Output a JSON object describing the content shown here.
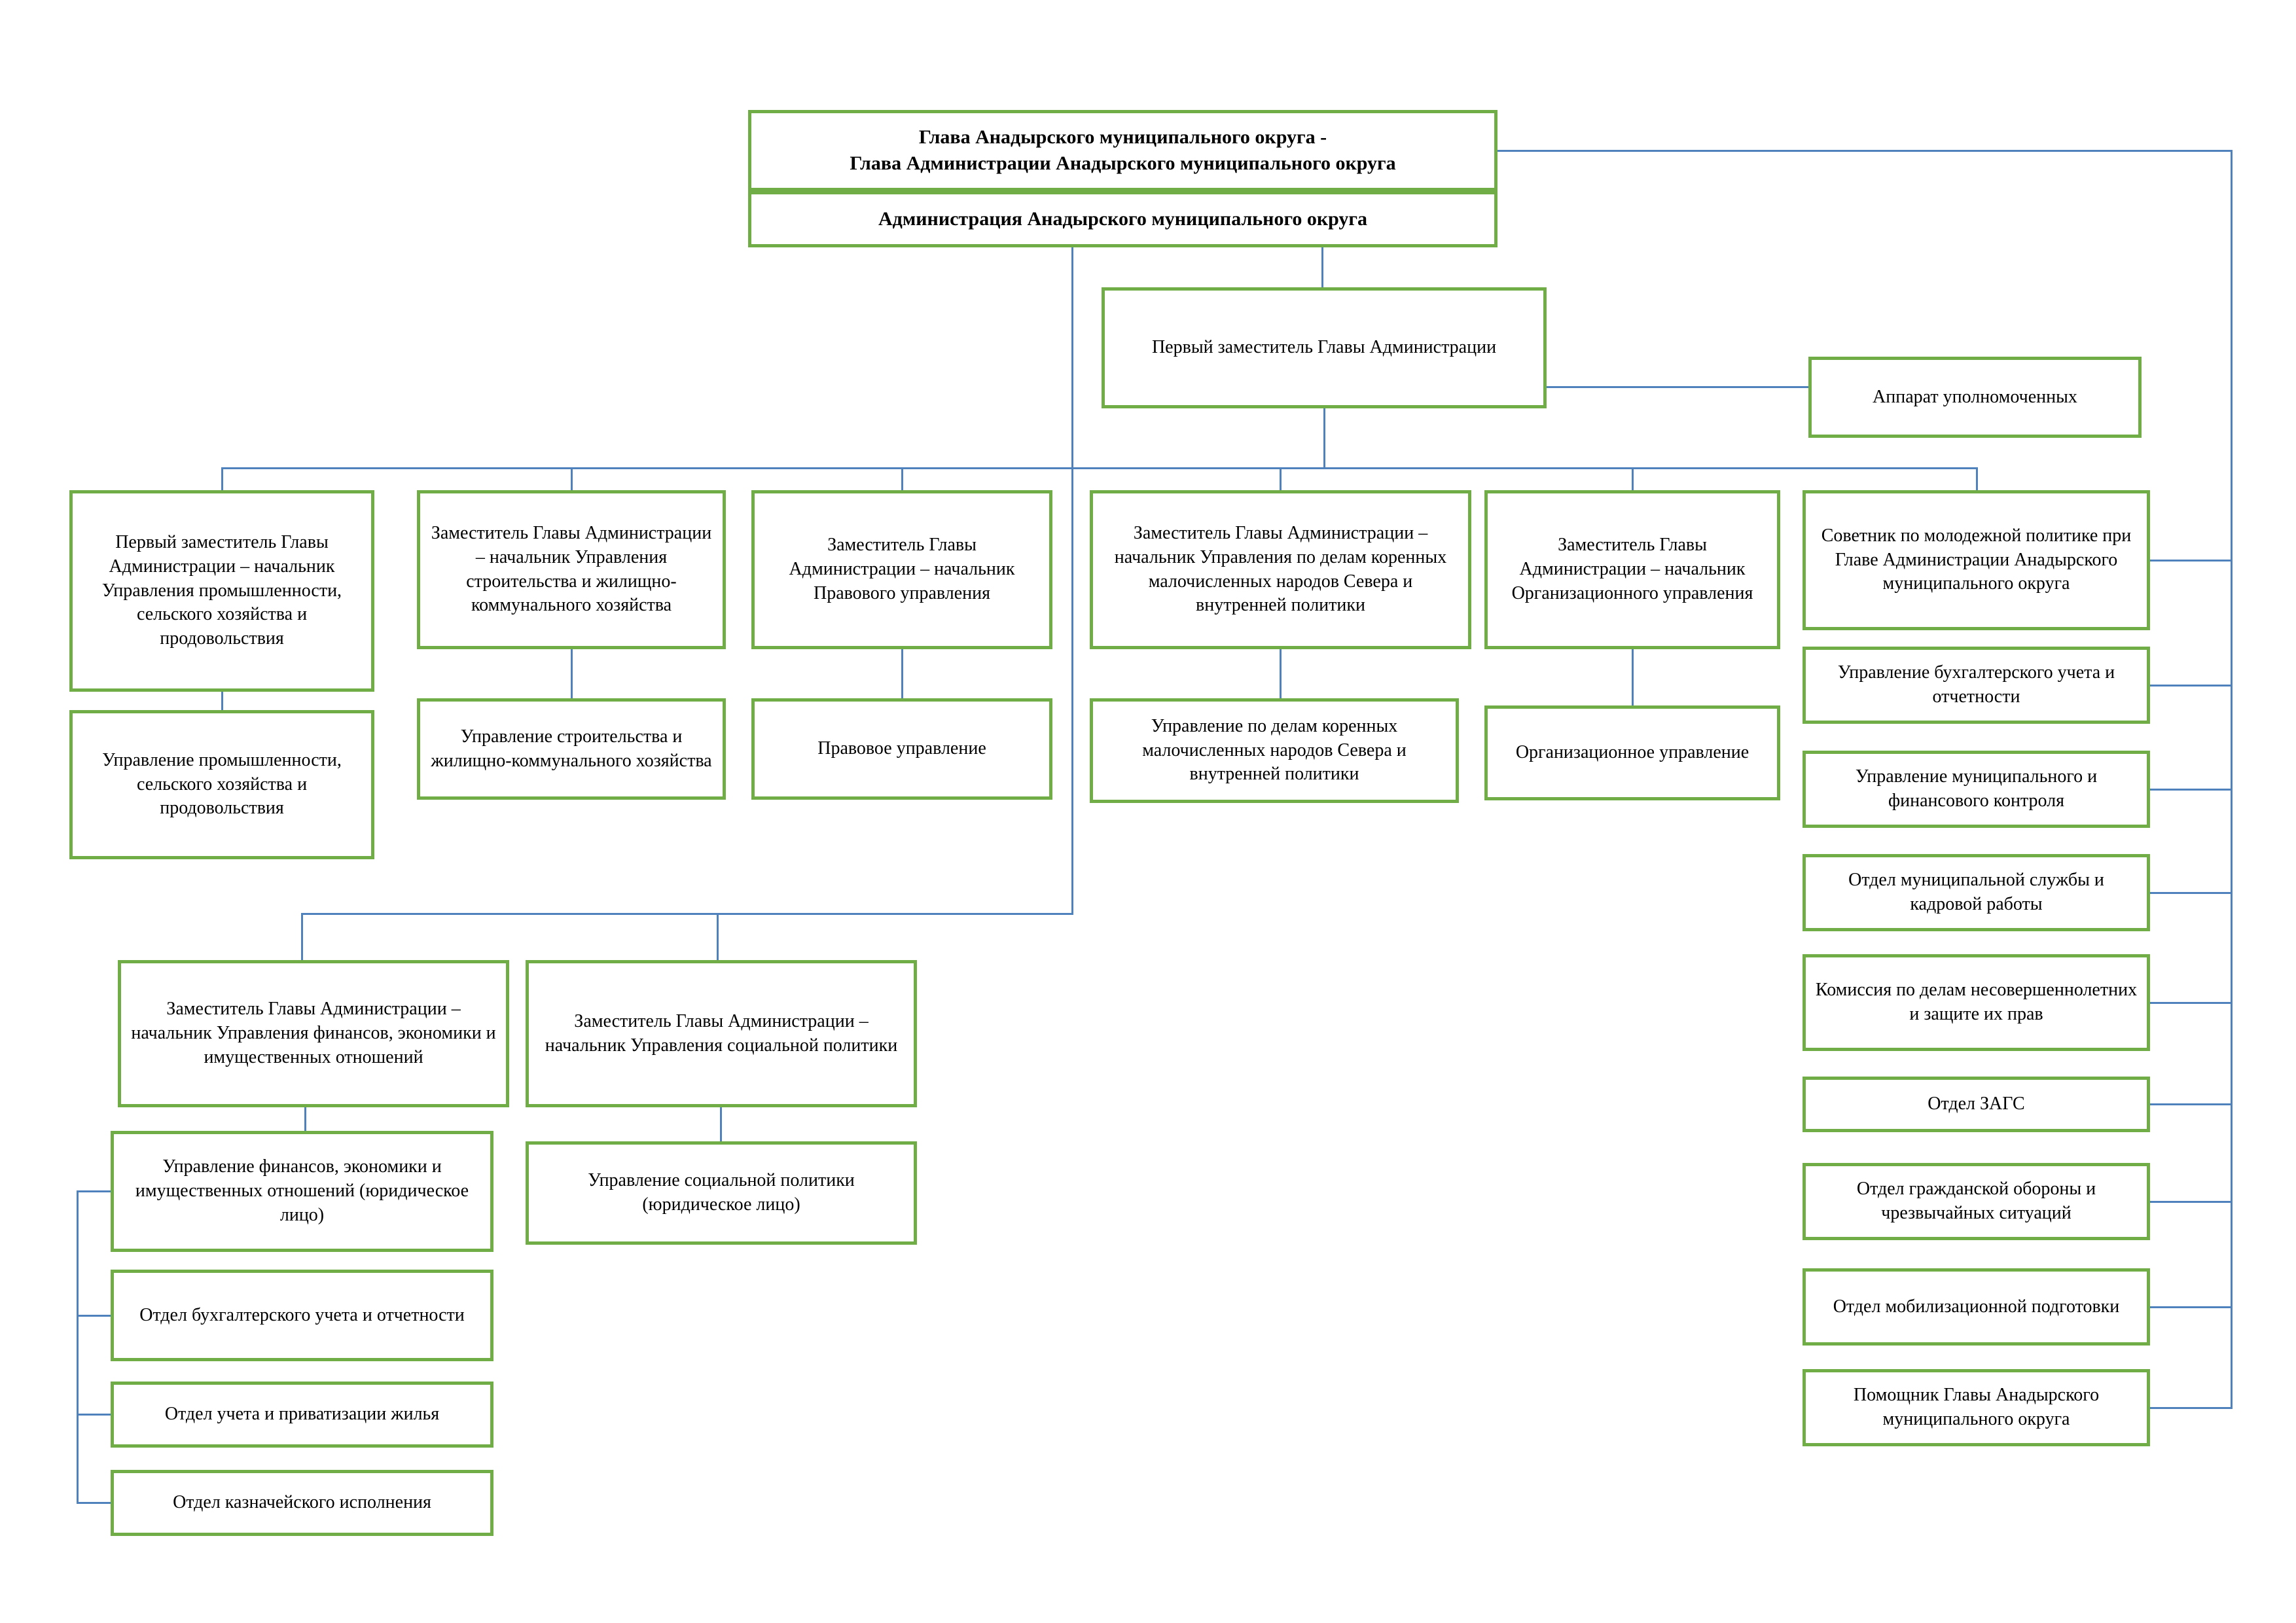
{
  "colors": {
    "box_border": "#70ad47",
    "connector_line": "#4f81bd",
    "text": "#000000",
    "background": "#ffffff"
  },
  "org": {
    "nodes": [
      {
        "id": "head",
        "text": "Глава Анадырского муниципального округа -\nГлава Администрации Анадырского муниципального округа"
      },
      {
        "id": "administration",
        "text": "Администрация Анадырского муниципального округа"
      },
      {
        "id": "first_deputy",
        "text": "Первый заместитель Главы Администрации"
      },
      {
        "id": "apparatus",
        "text": "Аппарат уполномоченных"
      },
      {
        "id": "dep_industry",
        "text": "Первый заместитель Главы Администрации – начальник Управления промышленности, сельского хозяйства и продовольствия"
      },
      {
        "id": "dep_construction",
        "text": "Заместитель Главы Администрации – начальник Управления строительства и жилищно-коммунального хозяйства"
      },
      {
        "id": "dep_legal",
        "text": "Заместитель Главы Администрации – начальник Правового управления"
      },
      {
        "id": "dep_indigenous",
        "text": "Заместитель Главы Администрации – начальник Управления по делам коренных малочисленных народов Севера и внутренней политики"
      },
      {
        "id": "dep_org",
        "text": "Заместитель Главы Администрации – начальник Организационного управления"
      },
      {
        "id": "advisor_youth",
        "text": "Советник по молодежной политике при Главе Администрации Анадырского муниципального округа"
      },
      {
        "id": "dir_industry",
        "text": "Управление промышленности, сельского хозяйства и продовольствия"
      },
      {
        "id": "dir_construction",
        "text": "Управление строительства и жилищно-коммунального хозяйства"
      },
      {
        "id": "dir_legal",
        "text": "Правовое управление"
      },
      {
        "id": "dir_indigenous",
        "text": "Управление по делам коренных малочисленных народов Севера и внутренней политики"
      },
      {
        "id": "dir_org",
        "text": "Организационное управление"
      },
      {
        "id": "dir_accounting",
        "text": "Управление бухгалтерского учета и отчетности"
      },
      {
        "id": "dir_control",
        "text": "Управление муниципального и финансового контроля"
      },
      {
        "id": "dept_civil_service",
        "text": "Отдел муниципальной службы и кадровой работы"
      },
      {
        "id": "minors_commission",
        "text": "Комиссия по делам несовершеннолетних и защите их прав"
      },
      {
        "id": "dept_zags",
        "text": "Отдел ЗАГС"
      },
      {
        "id": "dept_civil_defense",
        "text": "Отдел гражданской обороны и чрезвычайных ситуаций"
      },
      {
        "id": "dept_mobilization",
        "text": "Отдел мобилизационной подготовки"
      },
      {
        "id": "assistant",
        "text": "Помощник Главы Анадырского муниципального округа"
      },
      {
        "id": "dep_finance",
        "text": "Заместитель Главы Администрации – начальник Управления финансов, экономики и имущественных отношений"
      },
      {
        "id": "dep_social",
        "text": "Заместитель Главы Администрации – начальник Управления социальной политики"
      },
      {
        "id": "dir_finance",
        "text": "Управление финансов, экономики и имущественных отношений (юридическое лицо)"
      },
      {
        "id": "dept_accounting",
        "text": "Отдел бухгалтерского учета и отчетности"
      },
      {
        "id": "dept_housing",
        "text": "Отдел учета и приватизации жилья"
      },
      {
        "id": "dept_treasury",
        "text": "Отдел казначейского исполнения"
      },
      {
        "id": "dir_social",
        "text": "Управление социальной политики (юридическое лицо)"
      }
    ],
    "edges": [
      {
        "from": "administration",
        "to": "first_deputy"
      },
      {
        "from": "first_deputy",
        "to": "apparatus"
      },
      {
        "from": "first_deputy",
        "to": "dep_industry"
      },
      {
        "from": "first_deputy",
        "to": "dep_construction"
      },
      {
        "from": "first_deputy",
        "to": "dep_legal"
      },
      {
        "from": "first_deputy",
        "to": "dep_indigenous"
      },
      {
        "from": "first_deputy",
        "to": "dep_org"
      },
      {
        "from": "first_deputy",
        "to": "advisor_youth"
      },
      {
        "from": "dep_industry",
        "to": "dir_industry"
      },
      {
        "from": "dep_construction",
        "to": "dir_construction"
      },
      {
        "from": "dep_legal",
        "to": "dir_legal"
      },
      {
        "from": "dep_indigenous",
        "to": "dir_indigenous"
      },
      {
        "from": "dep_org",
        "to": "dir_org"
      },
      {
        "from": "head",
        "to": "advisor_youth"
      },
      {
        "from": "head",
        "to": "dir_accounting"
      },
      {
        "from": "head",
        "to": "dir_control"
      },
      {
        "from": "head",
        "to": "dept_civil_service"
      },
      {
        "from": "head",
        "to": "minors_commission"
      },
      {
        "from": "head",
        "to": "dept_zags"
      },
      {
        "from": "head",
        "to": "dept_civil_defense"
      },
      {
        "from": "head",
        "to": "dept_mobilization"
      },
      {
        "from": "head",
        "to": "assistant"
      },
      {
        "from": "administration",
        "to": "dep_finance"
      },
      {
        "from": "administration",
        "to": "dep_social"
      },
      {
        "from": "dep_finance",
        "to": "dir_finance"
      },
      {
        "from": "dir_finance",
        "to": "dept_accounting"
      },
      {
        "from": "dir_finance",
        "to": "dept_housing"
      },
      {
        "from": "dir_finance",
        "to": "dept_treasury"
      },
      {
        "from": "dep_social",
        "to": "dir_social"
      }
    ]
  }
}
